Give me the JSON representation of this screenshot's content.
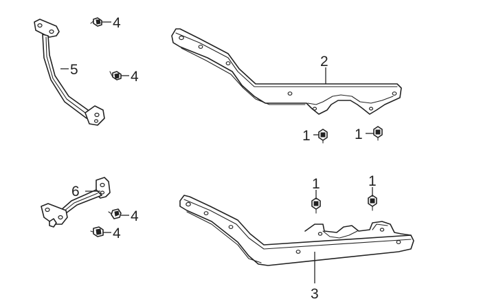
{
  "callouts": {
    "bolt_a": "1",
    "bolt_b": "1",
    "bolt_c": "1",
    "bolt_d": "1",
    "upper_bracket": "2",
    "lower_bracket": "3",
    "screw_a": "4",
    "screw_b": "4",
    "screw_c": "4",
    "screw_d": "4",
    "upper_stay": "5",
    "lower_stay": "6"
  }
}
